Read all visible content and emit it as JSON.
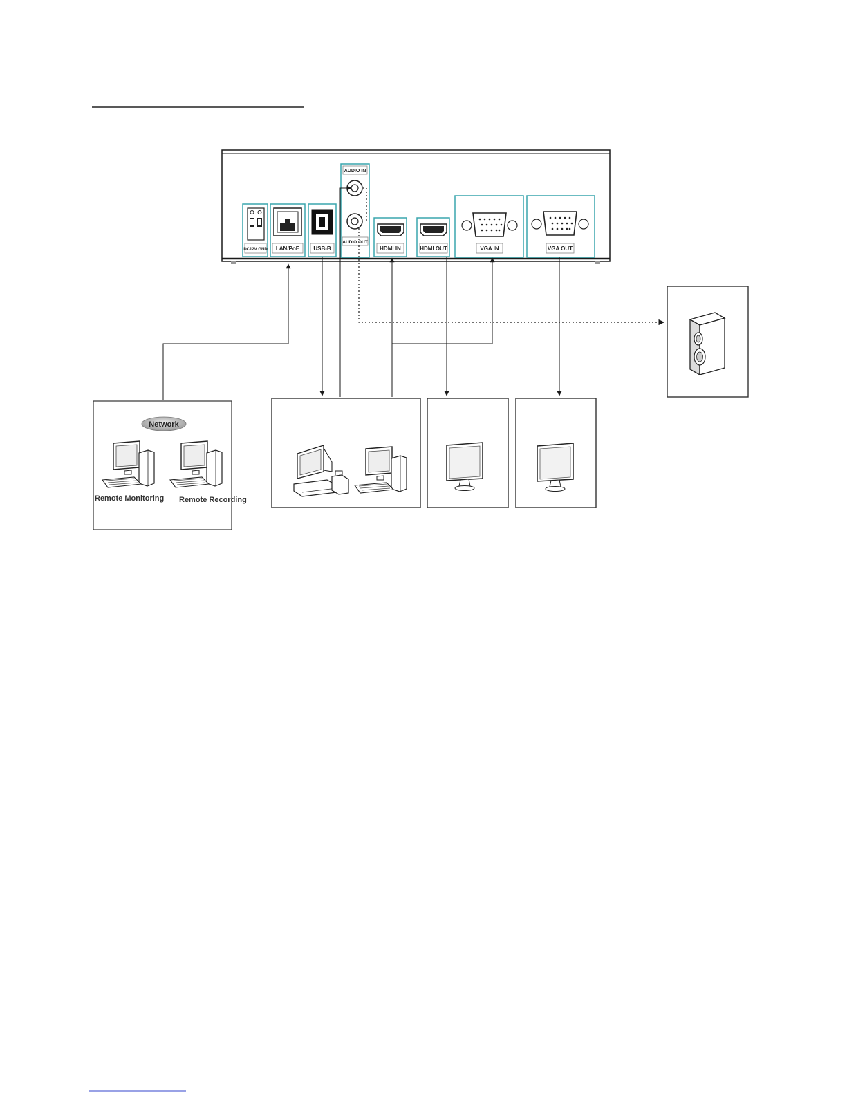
{
  "device": {
    "ports": {
      "dc": "DC12V GND",
      "lan": "LAN/PoE",
      "usb": "USB-B",
      "audio_in": "AUDIO IN",
      "audio_out": "AUDIO OUT",
      "hdmi_in": "HDMI IN",
      "hdmi_out": "HDMI OUT",
      "vga_in": "VGA IN",
      "vga_out": "VGA OUT"
    }
  },
  "network_box": {
    "badge": "Network",
    "left_caption": "Remote Monitoring",
    "right_caption": "Remote Recording"
  },
  "colors": {
    "teal": "#3aa6ad",
    "line": "#1a1a1a"
  }
}
